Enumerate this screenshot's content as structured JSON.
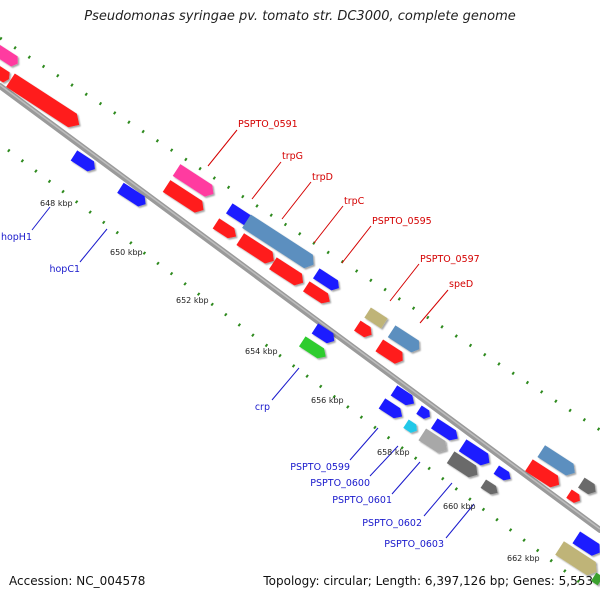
{
  "title": "Pseudomonas syringae pv. tomato str. DC3000, complete genome",
  "accession": "Accession: NC_004578",
  "topology": "Topology: circular; Length: 6,397,126 bp; Genes: 5,553",
  "colors": {
    "backbone": "#8a8a8a",
    "tick": "#2e8a1e",
    "label_red": "#d40000",
    "label_blue": "#1a1acc",
    "red": "#ff1a1a",
    "blue": "#1a1aff",
    "pink": "#ff3aa0",
    "steel": "#5b8fbf",
    "olive": "#bfb478",
    "green": "#2ecc2e",
    "cyan": "#22c8e8",
    "gray": "#a8a8a8",
    "darkgray": "#6a6a6a"
  },
  "kbp_labels": [
    "648 kbp",
    "650 kbp",
    "652 kbp",
    "654 kbp",
    "656 kbp",
    "658 kbp",
    "660 kbp",
    "662 kbp"
  ],
  "gene_labels_top": [
    "PSPTO_0591",
    "trpG",
    "trpD",
    "trpC",
    "PSPTO_0595",
    "PSPTO_0597",
    "speD"
  ],
  "gene_labels_bottom": [
    "hopH1",
    "hopC1",
    "crp",
    "PSPTO_0599",
    "PSPTO_0600",
    "PSPTO_0601",
    "PSPTO_0602",
    "PSPTO_0603"
  ]
}
